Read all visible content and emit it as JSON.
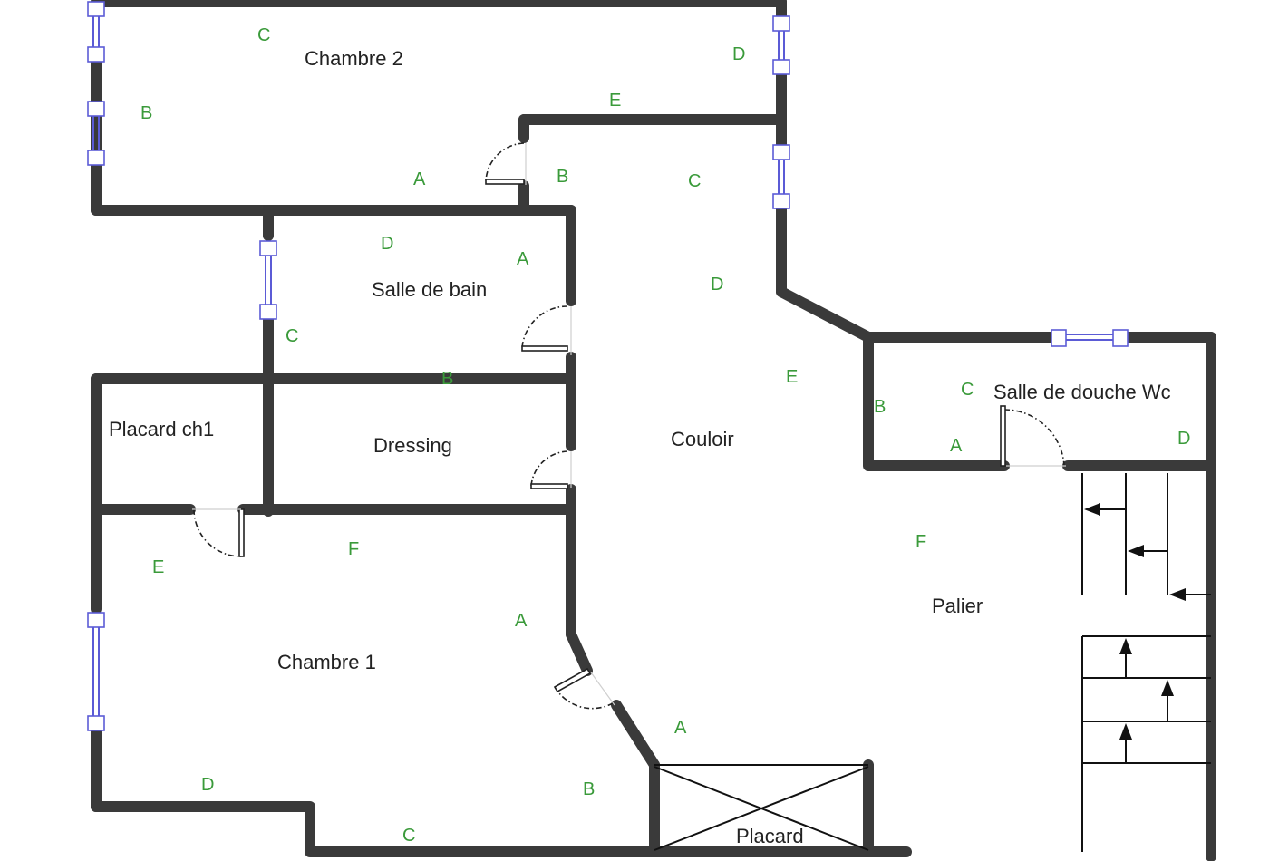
{
  "rooms": {
    "chambre2": "Chambre 2",
    "salle_de_bain": "Salle de bain",
    "placard_ch1": "Placard ch1",
    "dressing": "Dressing",
    "couloir": "Couloir",
    "salle_de_douche": "Salle de douche Wc",
    "palier": "Palier",
    "chambre1": "Chambre 1",
    "placard": "Placard"
  },
  "wall_letters": {
    "ch2_c": "C",
    "ch2_d": "D",
    "ch2_b": "B",
    "ch2_e": "E",
    "ch2_a": "A",
    "cou_b": "B",
    "cou_c": "C",
    "cou_d": "D",
    "cou_e": "E",
    "cou_f": "F",
    "sdb_d": "D",
    "sdb_a": "A",
    "sdb_c": "C",
    "sdb_b": "B",
    "sdd_c": "C",
    "sdd_b": "B",
    "sdd_a": "A",
    "sdd_d": "D",
    "ch1_e": "E",
    "ch1_f": "F",
    "ch1_a": "A",
    "ch1_d": "D",
    "ch1_c": "C",
    "ch1_b": "B",
    "pal_a": "A"
  }
}
